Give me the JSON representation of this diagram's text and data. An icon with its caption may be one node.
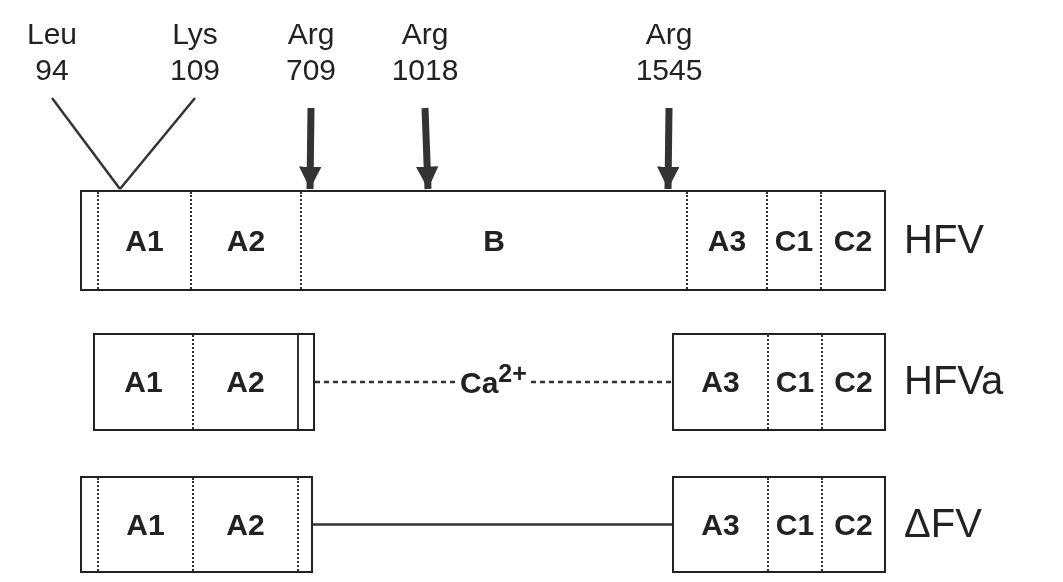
{
  "diagram": {
    "nodes": [
      {
        "text": [
          "Leu 94"
        ]
      },
      {
        "text": [
          "Lys 109"
        ]
      },
      {
        "text": [
          "Arg 709"
        ]
      },
      {
        "text": [
          "Arg 1018"
        ]
      },
      {
        "text": [
          "Arg 1545"
        ]
      },
      {
        "text": [],
        "shape": "bar",
        "beside": [
          "HFV"
        ]
      },
      {
        "text": [
          "A1"
        ],
        "in": 5
      },
      {
        "text": [
          "A2"
        ],
        "in": 5
      },
      {
        "text": [
          "B"
        ],
        "in": 5
      },
      {
        "text": [
          "A3"
        ],
        "in": 5
      },
      {
        "text": [
          "C1"
        ],
        "in": 5
      },
      {
        "text": [
          "C2"
        ],
        "in": 5
      },
      {
        "text": [],
        "shape": "bar"
      },
      {
        "text": [
          "A1"
        ],
        "in": 12
      },
      {
        "text": [
          "A2"
        ],
        "in": 12
      },
      {
        "text": [],
        "shape": "bar",
        "beside": [
          "HFVa"
        ]
      },
      {
        "text": [
          "A3"
        ],
        "in": 15
      },
      {
        "text": [
          "C1"
        ],
        "in": 15
      },
      {
        "text": [
          "C2"
        ],
        "in": 15
      },
      {
        "text": [],
        "shape": "bar"
      },
      {
        "text": [
          "A1"
        ],
        "in": 19
      },
      {
        "text": [
          "A2"
        ],
        "in": 19
      },
      {
        "text": [],
        "shape": "bar",
        "beside": [
          "ΔFV"
        ]
      },
      {
        "text": [
          "A3"
        ],
        "in": 22
      },
      {
        "text": [
          "C1"
        ],
        "in": 22
      },
      {
        "text": [
          "C2"
        ],
        "in": 22
      }
    ],
    "edges": [
      {
        "from": 0,
        "to": 5,
        "arrow": "none"
      },
      {
        "from": 1,
        "to": 5,
        "arrow": "none"
      },
      {
        "from": 2,
        "to": 5,
        "arrow": "to",
        "style": "thick"
      },
      {
        "from": 3,
        "to": 5,
        "arrow": "to",
        "style": "thick"
      },
      {
        "from": 4,
        "to": 5,
        "arrow": "to",
        "style": "thick"
      },
      {
        "from": 12,
        "to": 15,
        "arrow": "none",
        "style": "dashed",
        "label": "Ca$^{2+}$"
      },
      {
        "from": 19,
        "to": 22,
        "arrow": "none"
      }
    ]
  }
}
